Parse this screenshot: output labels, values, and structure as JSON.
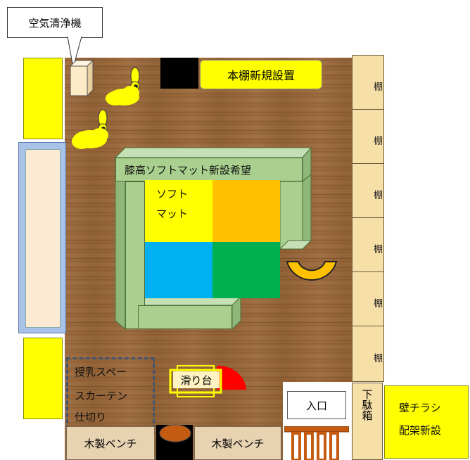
{
  "labels": {
    "air_purifier": "空気清浄機",
    "new_bookshelf": "本棚新規設置",
    "sofa_mat_request": "膝高ソフトマット新設希望",
    "soft_mat_line1": "ソフト",
    "soft_mat_line2": "マット",
    "shelves": [
      "棚",
      "棚",
      "棚",
      "棚",
      "棚",
      "棚"
    ],
    "nursing_line1": "授乳スペー",
    "nursing_line2": "スカーテン",
    "nursing_line3": "仕切り",
    "bench_left": "木製ベンチ",
    "bench_right": "木製ベンチ",
    "slide": "滑り台",
    "entrance": "入口",
    "shoe_box": "下駄箱",
    "flyer_line1": "壁チラシ",
    "flyer_line2": "配架新設"
  },
  "colors": {
    "floor": "#9c6a3c",
    "highlight": "#ffff00",
    "mat_green": "#a9d08e",
    "orange_tile": "#ffc000",
    "blue_tile": "#00b0f0",
    "green_tile": "#00b050",
    "slide_red": "#ff0000",
    "toy_arc": "#ffc000"
  }
}
